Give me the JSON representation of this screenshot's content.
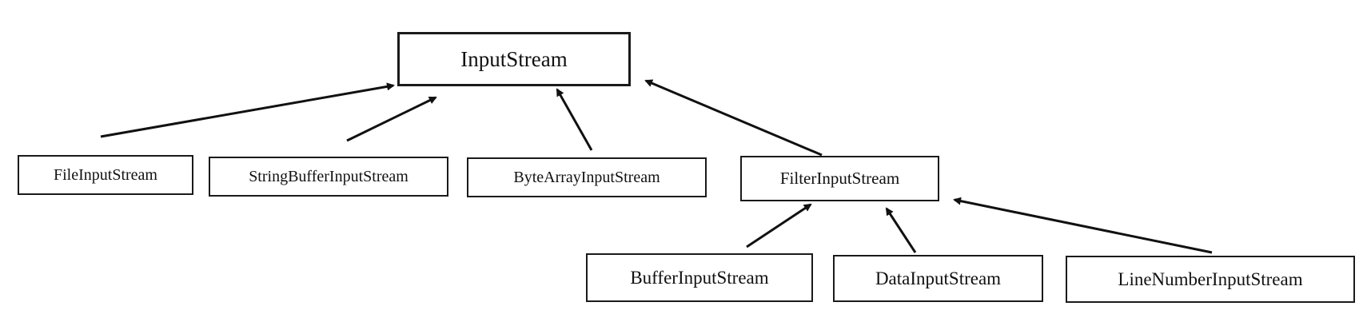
{
  "diagram": {
    "nodes": {
      "input_stream": "InputStream",
      "file_input_stream": "FileInputStream",
      "string_buffer_input_stream": "StringBufferInputStream",
      "byte_array_input_stream": "ByteArrayInputStream",
      "filter_input_stream": "FilterInputStream",
      "buffer_input_stream": "BufferInputStream",
      "data_input_stream": "DataInputStream",
      "line_number_input_stream": "LineNumberInputStream"
    },
    "edges": [
      {
        "from": "FileInputStream",
        "to": "InputStream"
      },
      {
        "from": "StringBufferInputStream",
        "to": "InputStream"
      },
      {
        "from": "ByteArrayInputStream",
        "to": "InputStream"
      },
      {
        "from": "FilterInputStream",
        "to": "InputStream"
      },
      {
        "from": "BufferInputStream",
        "to": "FilterInputStream"
      },
      {
        "from": "DataInputStream",
        "to": "FilterInputStream"
      },
      {
        "from": "LineNumberInputStream",
        "to": "FilterInputStream"
      }
    ]
  }
}
